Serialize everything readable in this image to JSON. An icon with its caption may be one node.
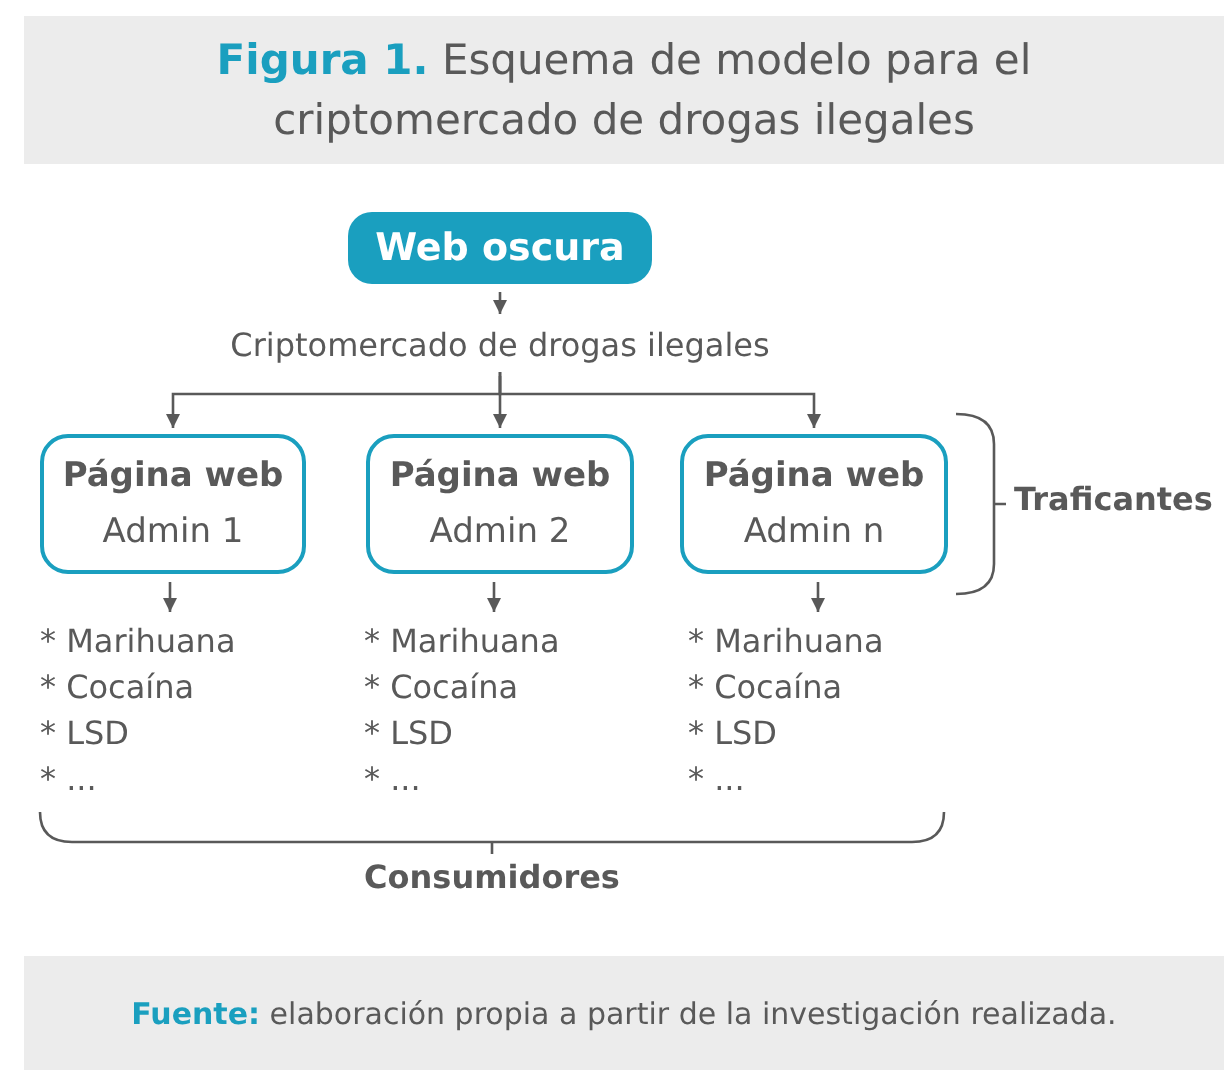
{
  "diagram": {
    "title": "**Figura 1.** Esquema de modelo para el criptomercado de drogas ilegales",
    "caption": "**Fuente:** elaboración propia a partir de la investigación realizada.",
    "nodes": [
      {
        "text": [
          "Web oscura"
        ]
      },
      {
        "text": [
          "Criptomercado de drogas ilegales"
        ]
      },
      {
        "text": [
          "Página web",
          "Admin 1"
        ]
      },
      {
        "text": [
          "Página web",
          "Admin 2"
        ]
      },
      {
        "text": [
          "Página web",
          "Admin n"
        ]
      },
      {
        "text": [
          "* Marihuana",
          "* Cocaína",
          "* LSD",
          "* ..."
        ]
      },
      {
        "text": [
          "* Marihuana",
          "* Cocaína",
          "* LSD",
          "* ..."
        ]
      },
      {
        "text": [
          "* Marihuana",
          "* Cocaína",
          "* LSD",
          "* ..."
        ]
      }
    ],
    "edges": [
      {
        "from": 0,
        "to": 1,
        "arrow": "to"
      },
      {
        "from": 1,
        "to": 2,
        "arrow": "to"
      },
      {
        "from": 1,
        "to": 3,
        "arrow": "to"
      },
      {
        "from": 1,
        "to": 4,
        "arrow": "to"
      },
      {
        "from": 2,
        "to": 5,
        "arrow": "to"
      },
      {
        "from": 3,
        "to": 6,
        "arrow": "to"
      },
      {
        "from": 4,
        "to": 7,
        "arrow": "to"
      }
    ],
    "labels": [
      "Traficantes",
      "Consumidores"
    ]
  }
}
